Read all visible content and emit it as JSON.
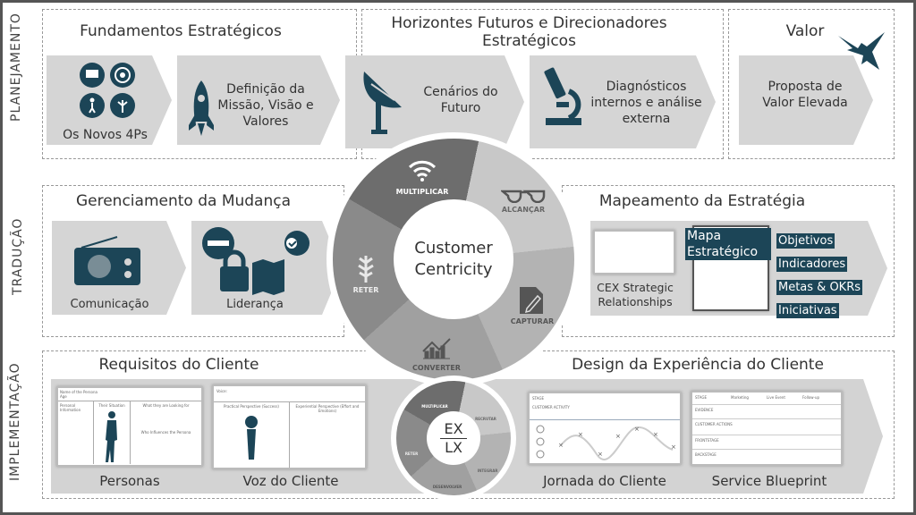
{
  "side_labels": {
    "planning": "PLANEJAMENTO",
    "translation": "TRADUÇÃO",
    "implementation": "IMPLEMENTAÇÃO"
  },
  "planning": {
    "fundamentos": {
      "title": "Fundamentos Estratégicos",
      "items": [
        "Os Novos 4Ps",
        "Definição da Missão, Visão e Valores"
      ]
    },
    "horizontes": {
      "title": "Horizontes Futuros e Direcionadores Estratégicos",
      "items": [
        "Cenários do Futuro",
        "Diagnósticos internos e análise externa"
      ]
    },
    "valor": {
      "title": "Valor",
      "items": [
        "Proposta de Valor Elevada"
      ]
    }
  },
  "translation": {
    "mudanca": {
      "title": "Gerenciamento da Mudança",
      "items": [
        "Comunicação",
        "Liderança"
      ]
    },
    "mapeamento": {
      "title": "Mapeamento da Estratégia",
      "cex": "CEX Strategic Relationships",
      "mapa": "Mapa Estratégico",
      "tags": [
        "Objetivos",
        "Indicadores",
        "Metas & OKRs",
        "Iniciativas"
      ]
    }
  },
  "implementation": {
    "requisitos": {
      "title": "Requisitos do Cliente",
      "items": [
        "Personas",
        "Voz do Cliente"
      ]
    },
    "design": {
      "title": "Design da Experiência do Cliente",
      "items": [
        "Jornada do Cliente",
        "Service Blueprint"
      ]
    },
    "persona_doc": {
      "header": "Name of the Persona",
      "age": "Age",
      "cols": [
        "Personal Information",
        "Their Situation",
        "What they are Looking for"
      ],
      "sub": "Who Influences the Persona"
    },
    "voice_doc": {
      "header": "Voice:",
      "cols": [
        "Practical Perspective (Success)",
        "Experiential Perspective (Effort and Emotions)"
      ]
    },
    "blueprint_doc": {
      "cols": [
        "STAGE",
        "Marketing",
        "Live Event",
        "Follow-up"
      ],
      "rows": [
        "EVIDENCE",
        "CUSTOMER ACTIONS",
        "FRONTSTAGE",
        "BACKSTAGE"
      ]
    },
    "journey_doc": {
      "rows": [
        "STAGE",
        "CUSTOMER ACTIVITY"
      ]
    }
  },
  "cycle": {
    "center": [
      "Customer",
      "Centricity"
    ],
    "segments": [
      "MULTIPLICAR",
      "ALCANÇAR",
      "CAPTURAR",
      "CONVERTER",
      "RETER"
    ]
  },
  "ex_cycle": {
    "center_top": "EX",
    "center_bottom": "LX",
    "segments": [
      "MULTIPLICAR",
      "RECRUTAR",
      "INTEGRAR",
      "DESENVOLVER",
      "RETER"
    ]
  },
  "colors": {
    "accent": "#1c4557",
    "chevron": "#d5d5d5"
  }
}
